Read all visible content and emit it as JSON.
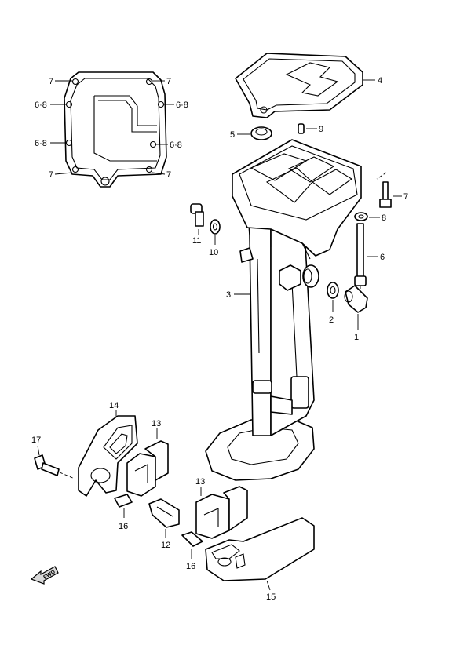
{
  "callouts": {
    "c1": "1",
    "c2": "2",
    "c3": "3",
    "c4": "4",
    "c5": "5",
    "c6": "6",
    "c7a": "7",
    "c7b": "7",
    "c7c": "7",
    "c7d": "7",
    "c7e": "7",
    "c68a": "6·8",
    "c68b": "6·8",
    "c68c": "6·8",
    "c68d": "6·8",
    "c8": "8",
    "c9": "9",
    "c10": "10",
    "c11": "11",
    "c12": "12",
    "c13a": "13",
    "c13b": "13",
    "c14": "14",
    "c15": "15",
    "c16a": "16",
    "c16b": "16",
    "c17": "17"
  },
  "direction_marker": {
    "label": "FWD",
    "icon": "forward-arrow-icon"
  }
}
